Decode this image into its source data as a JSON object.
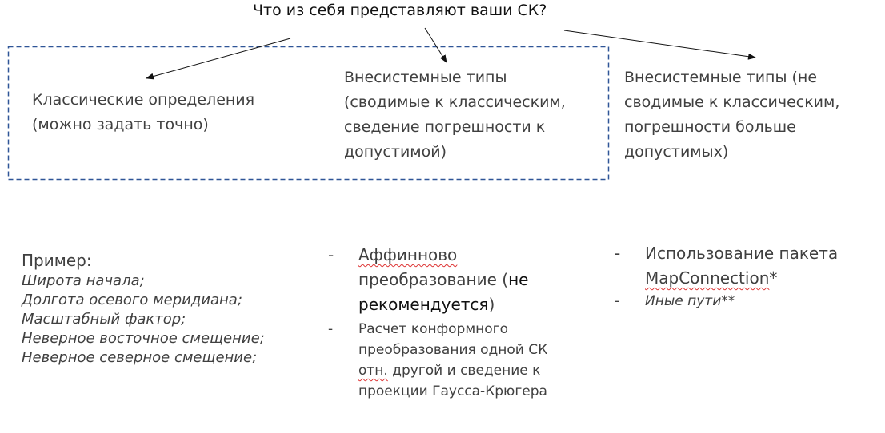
{
  "title": "Что из себя представляют ваши СК?",
  "categories": [
    {
      "lines": [
        "Классические определения",
        "(можно задать точно)"
      ]
    },
    {
      "lines": [
        "Внесистемные типы",
        "(сводимые к классическим,",
        "сведение погрешности к",
        "допустимой)"
      ]
    },
    {
      "lines": [
        "Внесистемные типы (не",
        "сводимые к классическим,",
        "погрешности больше",
        "допустимых)"
      ]
    }
  ],
  "example": {
    "heading": "Пример:",
    "items": [
      "Широта начала;",
      "Долгота осевого меридиана;",
      "Масштабный фактор;",
      "Неверное восточное смещение;",
      "Неверное северное смещение;"
    ]
  },
  "middle_list": {
    "item1_word": "Аффинново",
    "item1_rest": "преобразование (",
    "item1_bold": "не рекомендуется",
    "item1_end": ")",
    "item2_lines": [
      "Расчет конформного",
      "преобразования одной СК"
    ],
    "item2_abbr": "отн.",
    "item2_rest": " другой и сведение к",
    "item2_last": "проекции Гаусса-Крюгера"
  },
  "right_list": {
    "item1_line1": "Использование пакета",
    "item1_pkg": "MapConnection",
    "item1_star": "*",
    "item2": "Иные пути**"
  },
  "colors": {
    "dashed_box": "#2f5597",
    "text": "#404040",
    "spellcheck": "#dd3333"
  }
}
